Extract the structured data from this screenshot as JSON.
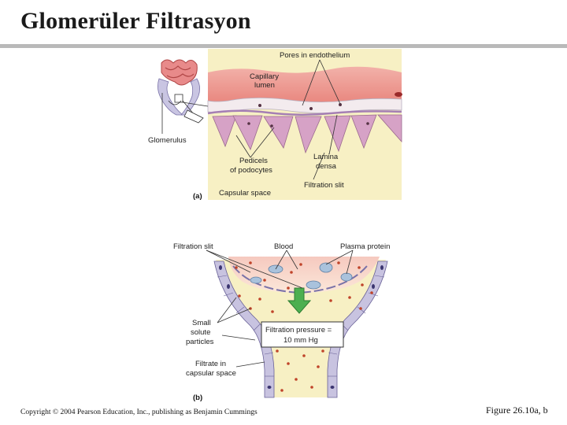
{
  "slide": {
    "title": "Glomerüler Filtrasyon",
    "copyright": "Copyright © 2004 Pearson Education, Inc., publishing as Benjamin Cummings",
    "figure_ref": "Figure 26.10a, b"
  },
  "panel_a": {
    "panel_label": "(a)",
    "labels": {
      "pores": "Pores in endothelium",
      "capillary_lumen_1": "Capillary",
      "capillary_lumen_2": "lumen",
      "glomerulus": "Glomerulus",
      "pedicels_1": "Pedicels",
      "pedicels_2": "of podocytes",
      "lamina_1": "Lamina",
      "lamina_2": "densa",
      "filtration_slit": "Filtration slit",
      "capsular_space": "Capsular space"
    }
  },
  "panel_b": {
    "panel_label": "(b)",
    "labels": {
      "filtration_slit": "Filtration slit",
      "blood": "Blood",
      "plasma_protein": "Plasma protein",
      "small_solute_1": "Small",
      "small_solute_2": "solute",
      "small_solute_3": "particles",
      "pressure_1": "Filtration pressure =",
      "pressure_2": "10 mm Hg",
      "filtrate_1": "Filtrate in",
      "filtrate_2": "capsular space"
    }
  },
  "colors": {
    "capillary": "#ee9a92",
    "pedicel": "#d6a2c6",
    "capsular": "#f7f0c4",
    "arrow": "#4caf50",
    "cell": "#c8c3e0"
  }
}
